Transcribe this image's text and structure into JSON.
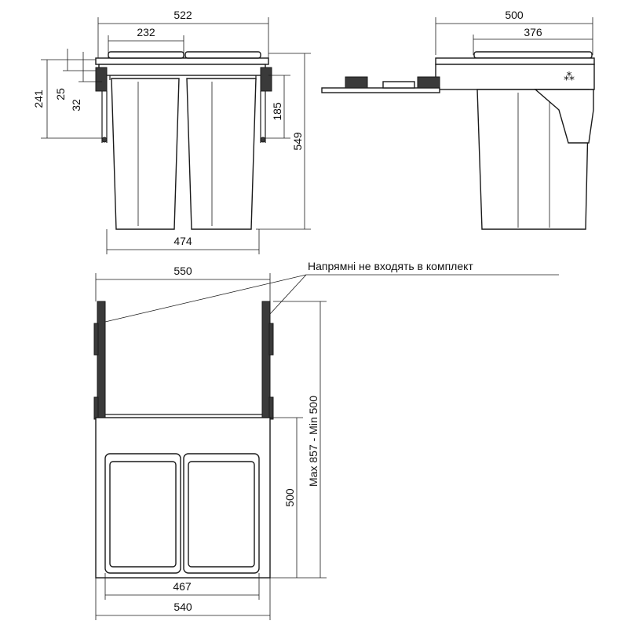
{
  "front_view": {
    "dim_top_width": "522",
    "dim_inner_width": "232",
    "dim_height_241": "241",
    "dim_height_25": "25",
    "dim_height_32": "32",
    "dim_height_185": "185",
    "dim_total_height": "549",
    "dim_bottom_width": "474"
  },
  "side_view": {
    "dim_top_width": "500",
    "dim_inner_width": "376"
  },
  "top_view": {
    "dim_top_width": "550",
    "dim_cabinet_range": "Max 857 - Min 500",
    "dim_depth": "500",
    "dim_bins_width": "467",
    "dim_bottom_width": "540"
  },
  "note": "Напрямні не входять в комплект"
}
